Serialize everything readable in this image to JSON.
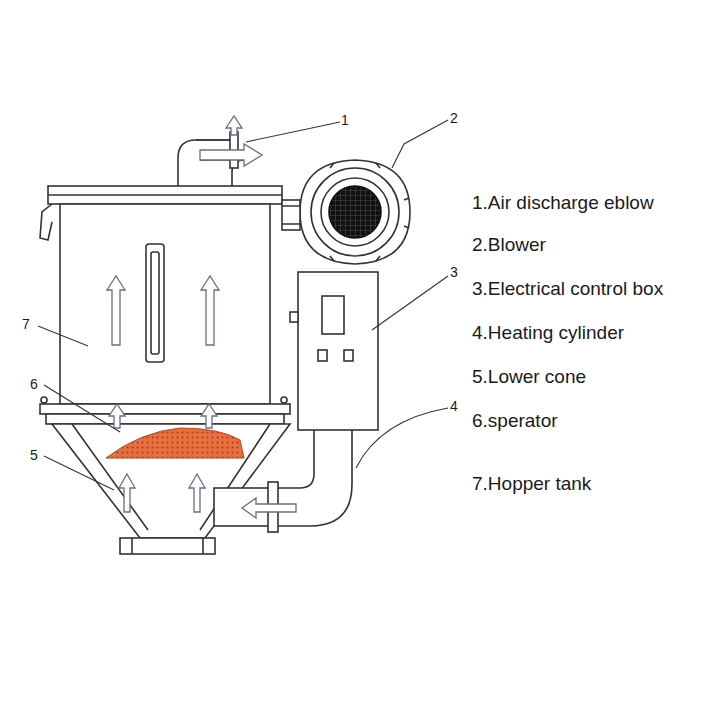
{
  "diagram": {
    "labels": [
      "1",
      "2",
      "7",
      "3",
      "6",
      "4",
      "5",
      "1.Air discharge eblow",
      "2.Blower",
      "3.Electrical control box",
      "4.Heating cylinder",
      "5.Lower cone",
      "6.sperator",
      "7.Hopper tank"
    ]
  }
}
